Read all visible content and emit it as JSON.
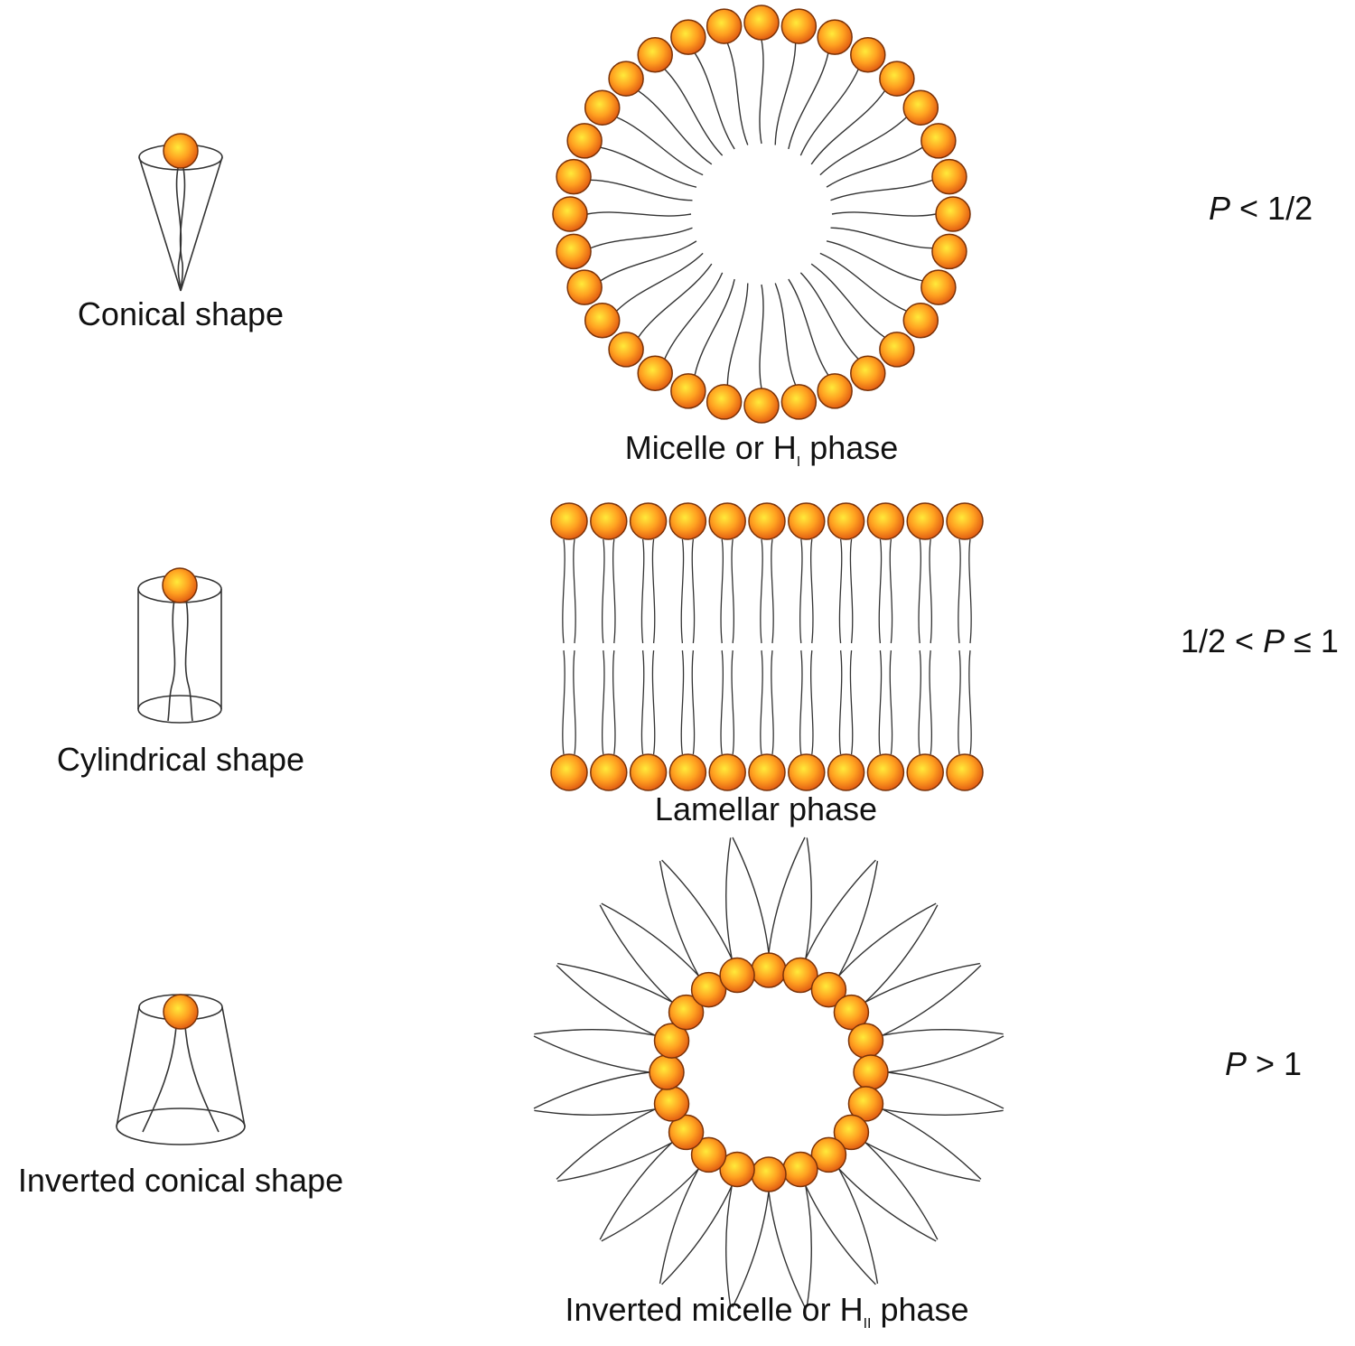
{
  "colors": {
    "head_center": "#ffea3a",
    "head_mid": "#ffa020",
    "head_edge": "#e05a12",
    "head_stroke": "#7a3308",
    "line": "#333333"
  },
  "rows": [
    {
      "shape_label": "Conical shape",
      "phase_label": "Micelle or H",
      "phase_sub": "I",
      "phase_suffix": " phase",
      "param_var": "P",
      "param_rest": " < 1/2"
    },
    {
      "shape_label": "Cylindrical shape",
      "phase_label": "Lamellar phase",
      "param_prefix": "1/2 < ",
      "param_var": "P",
      "param_rest": " ≤ 1"
    },
    {
      "shape_label": "Inverted conical shape",
      "phase_label": "Inverted micelle or H",
      "phase_sub": "II",
      "phase_suffix": " phase",
      "param_var": "P",
      "param_rest": " > 1"
    }
  ]
}
